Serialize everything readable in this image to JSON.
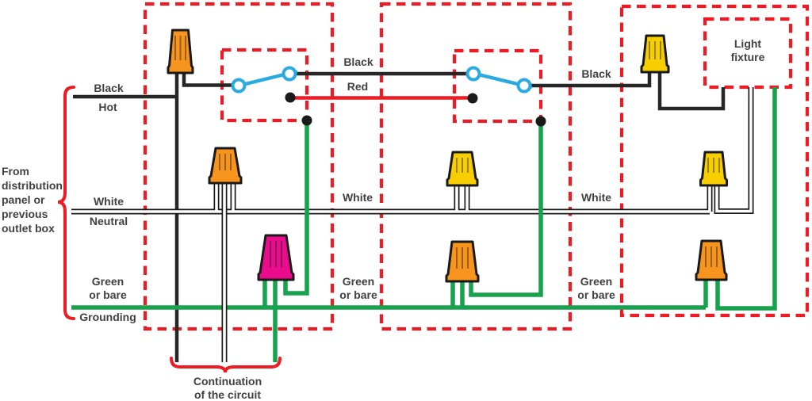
{
  "colors": {
    "red": "#ED1C24",
    "black": "#262626",
    "outline": "#1A1A1A",
    "white": "#FFFFFF",
    "green": "#17A24D",
    "blue": "#29ABE2",
    "orange": "#F7941E",
    "yellow": "#F7CE00",
    "magenta": "#EA0C8C",
    "text": "#414042"
  },
  "labels": {
    "source_note": "From\ndistribution\npanel or\nprevious\noutlet box",
    "feed_black": "Black",
    "feed_hot": "Hot",
    "feed_white": "White",
    "feed_neutral": "Neutral",
    "feed_green": "Green\nor bare",
    "feed_grounding": "Grounding",
    "run1_black": "Black",
    "run1_red": "Red",
    "run1_white": "White",
    "run1_green": "Green\nor bare",
    "run2_black": "Black",
    "run2_white": "White",
    "run2_green": "Green\nor bare",
    "light_fixture": "Light\nfixture",
    "continuation": "Continuation\nof the circuit"
  }
}
